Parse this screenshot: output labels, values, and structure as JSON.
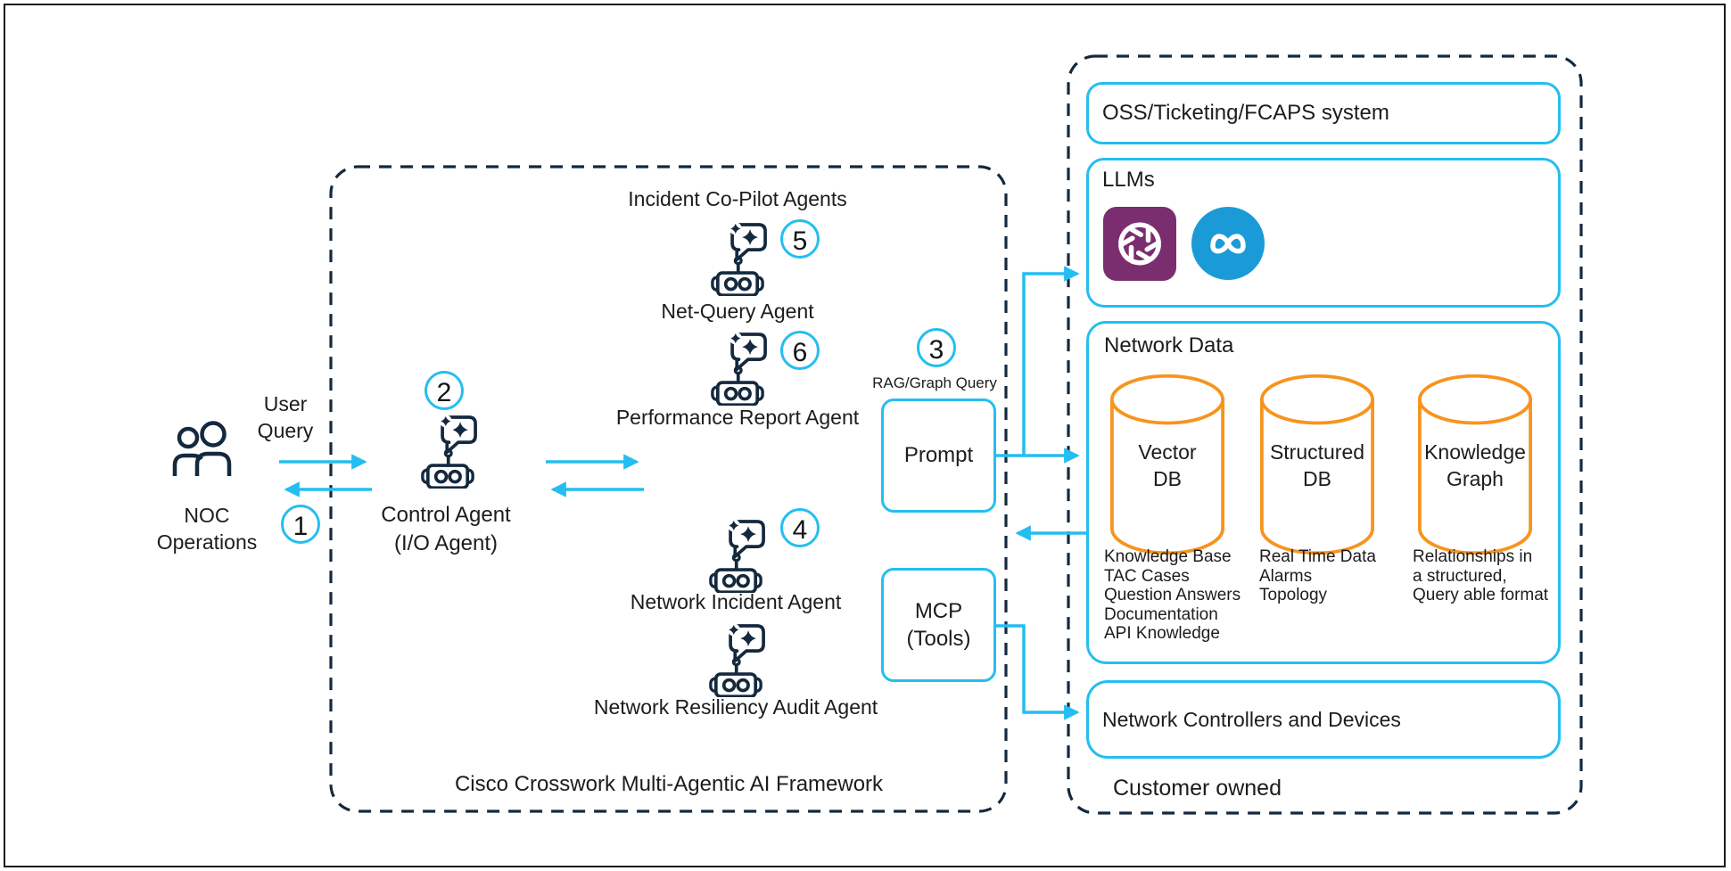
{
  "colors": {
    "accent_cyan": "#24BEF0",
    "navy_stroke": "#14293E",
    "db_orange": "#F7941E",
    "openai_purple": "#7A2E6F",
    "meta_blue": "#1A9BD8"
  },
  "left_side": {
    "user_query": "User\nQuery",
    "noc": "NOC\nOperations"
  },
  "steps": [
    "1",
    "2",
    "3",
    "4",
    "5",
    "6"
  ],
  "framework": {
    "title": "Cisco Crosswork Multi-Agentic AI Framework",
    "control_agent": "Control Agent\n(I/O Agent)",
    "copilot_title": "Incident Co-Pilot Agents",
    "agents": [
      "Net-Query Agent",
      "Performance Report Agent",
      "Network Incident Agent",
      "Network Resiliency Audit Agent"
    ],
    "rag_query_label": "RAG/Graph Query",
    "prompt_label": "Prompt",
    "mcp_label": "MCP\n(Tools)"
  },
  "customer": {
    "zone_label": "Customer owned",
    "oss_label": "OSS/Ticketing/FCAPS system",
    "llms_label": "LLMs",
    "network_data": {
      "title": "Network Data",
      "databases": [
        {
          "name": "Vector\nDB",
          "details": "Knowledge Base\nTAC Cases\nQuestion Answers\nDocumentation\nAPI Knowledge"
        },
        {
          "name": "Structured\nDB",
          "details": "Real Time Data\nAlarms\nTopology"
        },
        {
          "name": "Knowledge\nGraph",
          "details": "Relationships in\na structured,\nQuery able format"
        }
      ]
    },
    "controllers_label": "Network Controllers and Devices"
  }
}
